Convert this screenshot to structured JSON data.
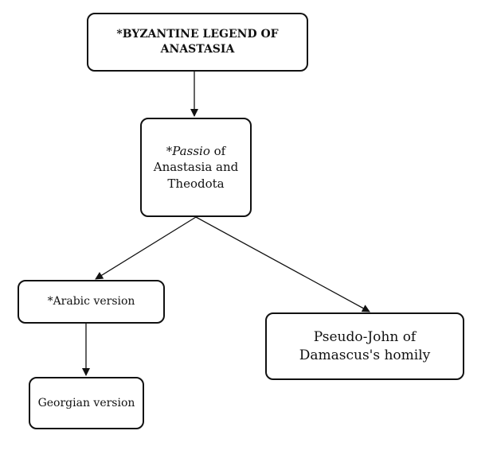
{
  "nodes": {
    "root": {
      "marker": "*",
      "text": "BYZANTINE LEGEND OF ANASTASIA"
    },
    "passio": {
      "marker": "*",
      "italic": "Passio",
      "rest": " of Anastasia and Theodota"
    },
    "arabic": {
      "marker": "*",
      "text": "Arabic version"
    },
    "georgian": {
      "text": "Georgian version"
    },
    "pseudo": {
      "text": "Pseudo-John of Damascus's homily"
    }
  },
  "edges": [
    {
      "from": "root",
      "to": "passio"
    },
    {
      "from": "passio",
      "to": "arabic"
    },
    {
      "from": "passio",
      "to": "pseudo"
    },
    {
      "from": "arabic",
      "to": "georgian"
    }
  ],
  "colors": {
    "stroke": "#111111",
    "background": "#ffffff"
  }
}
